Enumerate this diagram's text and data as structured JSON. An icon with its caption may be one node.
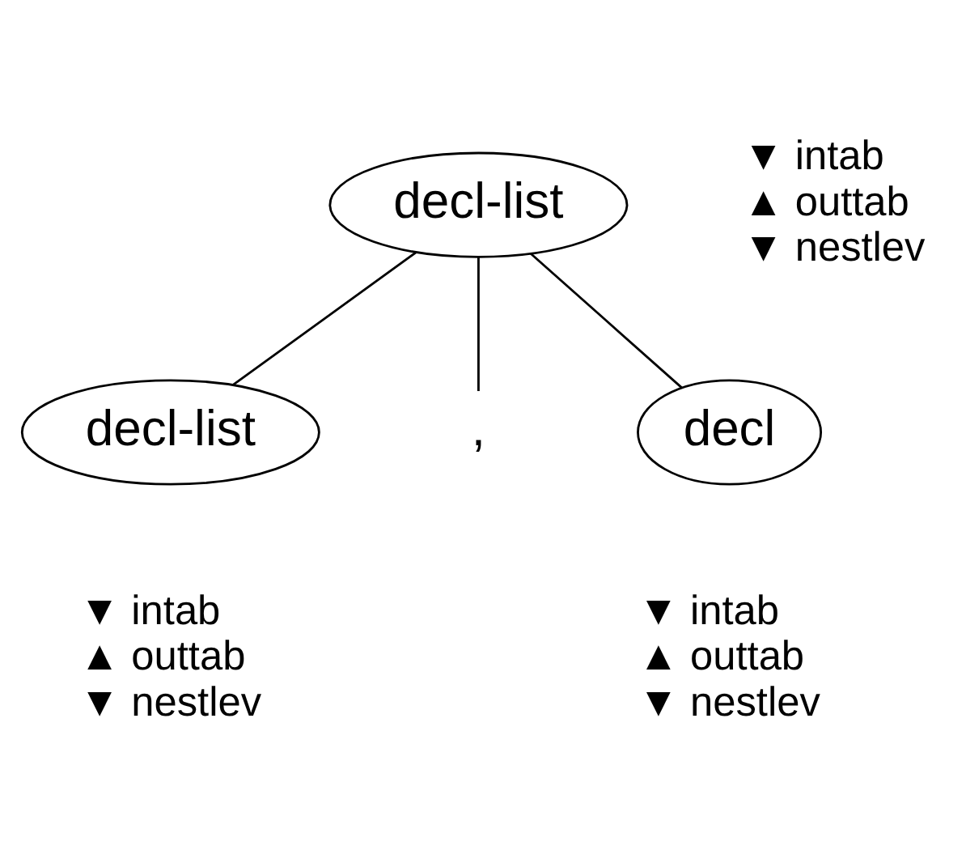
{
  "diagram": {
    "nodes": [
      {
        "text": [
          "decl-list"
        ],
        "beside": [
          "▼ intab",
          "▲ outtab",
          "▼ nestlev"
        ]
      },
      {
        "text": [
          "decl-list"
        ],
        "beside": [
          "▼ intab",
          "▲ outtab",
          "▼ nestlev"
        ]
      },
      {
        "text": [
          ","
        ]
      },
      {
        "text": [
          "decl"
        ],
        "beside": [
          "▼ intab",
          "▲ outtab",
          "▼ nestlev"
        ]
      }
    ],
    "edges": [
      {
        "from": 0,
        "to": 1,
        "arrow": "none"
      },
      {
        "from": 0,
        "to": 2,
        "arrow": "none"
      },
      {
        "from": 0,
        "to": 3,
        "arrow": "none"
      }
    ]
  }
}
